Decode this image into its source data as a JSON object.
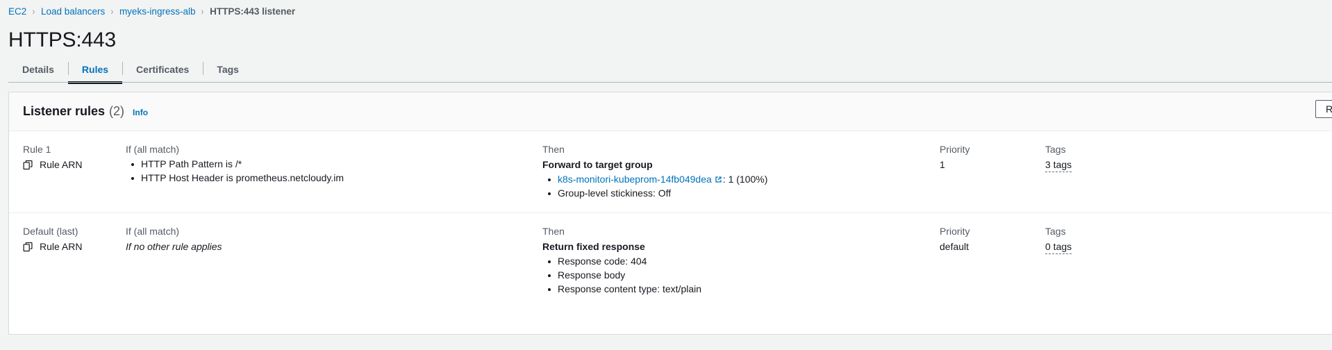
{
  "breadcrumb": {
    "items": [
      {
        "label": "EC2",
        "current": false
      },
      {
        "label": "Load balancers",
        "current": false
      },
      {
        "label": "myeks-ingress-alb",
        "current": false
      },
      {
        "label": "HTTPS:443 listener",
        "current": true
      }
    ],
    "separator": "›"
  },
  "page": {
    "title": "HTTPS:443"
  },
  "tabs": [
    {
      "label": "Details",
      "active": false
    },
    {
      "label": "Rules",
      "active": true
    },
    {
      "label": "Certificates",
      "active": false
    },
    {
      "label": "Tags",
      "active": false
    }
  ],
  "panel": {
    "title": "Listener rules",
    "count": "(2)",
    "info_label": "Info",
    "action_label": "R"
  },
  "columns": {
    "if": "If (all match)",
    "then": "Then",
    "priority": "Priority",
    "tags": "Tags"
  },
  "rules": [
    {
      "name": "Rule 1",
      "arn_label": "Rule ARN",
      "conditions": [
        "HTTP Path Pattern is /*",
        "HTTP Host Header is prometheus.netcloudy.im"
      ],
      "condition_note": "",
      "action_title": "Forward to target group",
      "target_group": {
        "name": "k8s-monitori-kubeprom-14fb049dea",
        "suffix": ": 1 (100%)"
      },
      "action_details": [
        "Group-level stickiness: Off"
      ],
      "priority": "1",
      "tags": "3 tags"
    },
    {
      "name": "Default (last)",
      "arn_label": "Rule ARN",
      "conditions": [],
      "condition_note": "If no other rule applies",
      "action_title": "Return fixed response",
      "target_group": null,
      "action_details": [
        "Response code: 404",
        "Response body",
        "Response content type: text/plain"
      ],
      "priority": "default",
      "tags": "0 tags"
    }
  ],
  "colors": {
    "link": "#0073bb",
    "text": "#16191f",
    "muted": "#545b64",
    "border": "#d5dbdb",
    "page_bg": "#f2f3f3"
  }
}
